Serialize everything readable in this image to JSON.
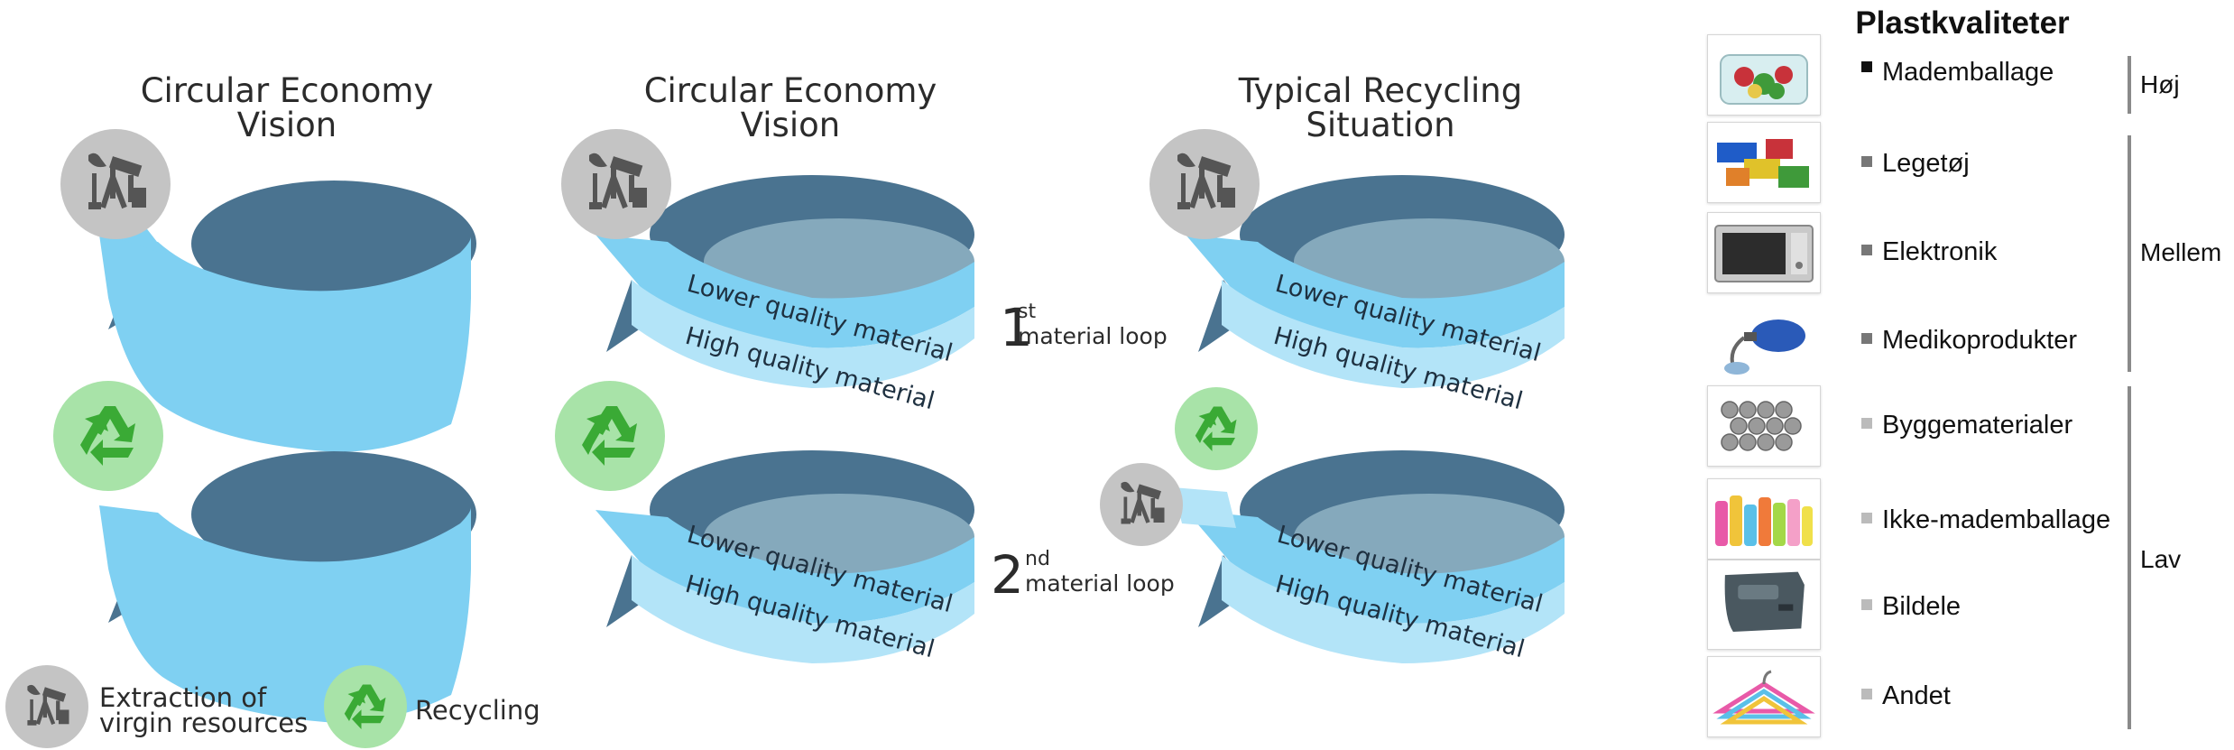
{
  "panels": [
    {
      "title_line1": "Circular Economy",
      "title_line2": "Vision"
    },
    {
      "title_line1": "Circular Economy",
      "title_line2": "Vision"
    },
    {
      "title_line1": "Typical Recycling",
      "title_line2": "Situation"
    }
  ],
  "bands": {
    "lower": "Lower quality material",
    "high": "High quality material"
  },
  "loops": [
    {
      "number": "1",
      "suffix": "st",
      "label": "material loop"
    },
    {
      "number": "2",
      "suffix": "nd",
      "label": "material loop"
    }
  ],
  "legend": {
    "extraction_line1": "Extraction of",
    "extraction_line2": "virgin resources",
    "recycling": "Recycling"
  },
  "icons": {
    "extraction": "oil-pump-icon",
    "recycling": "recycle-icon"
  },
  "colors": {
    "band_light": "#7fd0f2",
    "band_pale": "#b3e4f8",
    "band_dark": "#4a7390",
    "band_mid": "#85a9bc",
    "extraction_circle": "#c4c4c4",
    "recycle_circle": "#a8e3a8",
    "recycle_icon": "#3aaa35"
  },
  "quality_panel": {
    "title": "Plastkvaliteter",
    "items": [
      {
        "label": "Mademballage",
        "bullet_color": "#111111",
        "icon": "food-container-icon"
      },
      {
        "label": "Legetøj",
        "bullet_color": "#777777",
        "icon": "toy-blocks-icon"
      },
      {
        "label": "Elektronik",
        "bullet_color": "#777777",
        "icon": "microwave-icon"
      },
      {
        "label": "Medikoprodukter",
        "bullet_color": "#777777",
        "icon": "medical-device-icon"
      },
      {
        "label": "Byggematerialer",
        "bullet_color": "#bbbbbb",
        "icon": "pipes-icon"
      },
      {
        "label": "Ikke-mademballage",
        "bullet_color": "#bbbbbb",
        "icon": "bottles-icon"
      },
      {
        "label": "Bildele",
        "bullet_color": "#bbbbbb",
        "icon": "car-door-icon"
      },
      {
        "label": "Andet",
        "bullet_color": "#bbbbbb",
        "icon": "hangers-icon"
      }
    ],
    "levels": [
      {
        "label": "Høj"
      },
      {
        "label": "Mellem"
      },
      {
        "label": "Lav"
      }
    ]
  }
}
